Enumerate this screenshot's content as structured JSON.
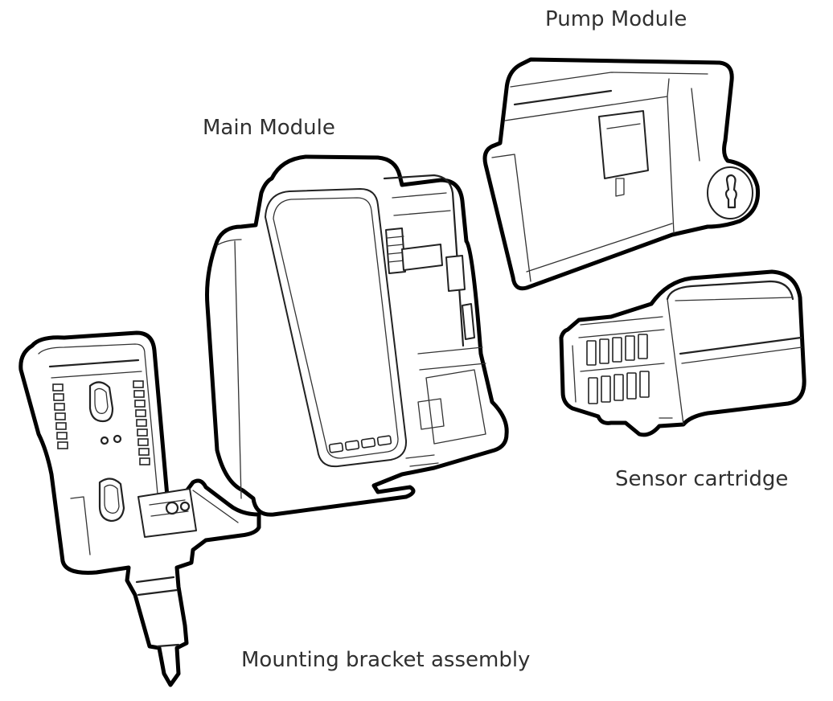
{
  "labels": {
    "pump": "Pump Module",
    "main": "Main Module",
    "sensor": "Sensor cartridge",
    "mount": "Mounting bracket assembly"
  },
  "colors": {
    "background": "#ffffff",
    "outline": "#000000",
    "label_text": "#303030"
  }
}
